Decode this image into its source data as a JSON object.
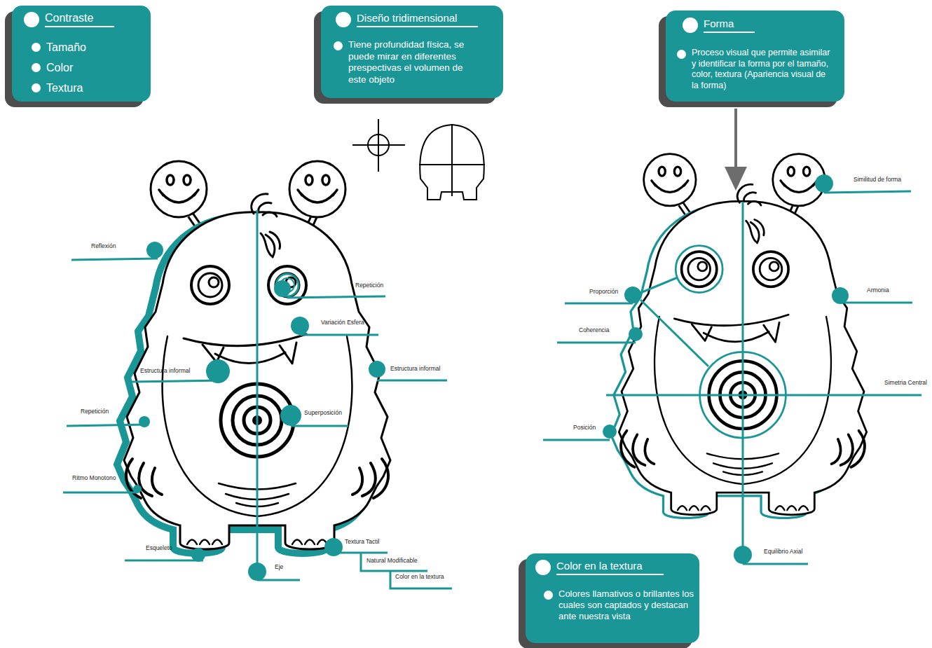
{
  "diagram": {
    "nodes": [
      {
        "text": [
          "Contraste",
          "Tamaño",
          "Color",
          "Textura"
        ]
      },
      {
        "text": [
          "Diseño tridimensional",
          "Tiene profundidad física, se puede mirar en diferentes prespectivas el volumen de este objeto"
        ]
      },
      {
        "text": [
          "Forma",
          "Proceso visual que permite asimilar y identificar la forma por el tamaño, color, textura (Apariencia visual de la forma)"
        ]
      },
      {
        "text": [
          "Color en la textura",
          "Colores llamativos o brillantes los cuales son captados y destacan ante nuestra vista"
        ]
      }
    ],
    "labels": [
      "Reflexión",
      "Repetición",
      "Variación Esfera",
      "Estructura informal",
      "Estructura informal",
      "Superposición",
      "Repetición",
      "Ritmo Monotono",
      "Textura Tactil",
      "Esqueleto",
      "Natural Modificable",
      "Eje",
      "Color en la textura",
      "Similitud de forma",
      "Proporción",
      "Armonia",
      "Coherencia",
      "Simetria Central",
      "Posición",
      "Equilibrio Axial"
    ]
  }
}
